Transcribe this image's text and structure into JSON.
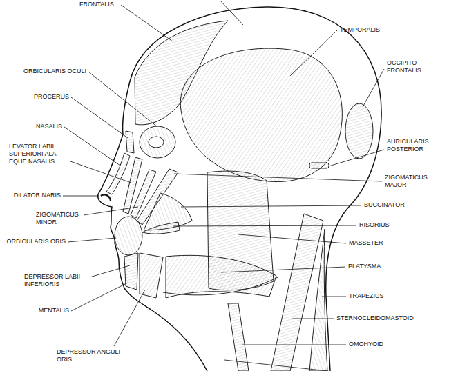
{
  "diagram": {
    "labels": [
      "FRONTALIS",
      "TEMPORALIS",
      "ORBICULARIS OCULI",
      "PROCERUS",
      "OCCIPITO- FRONTALIS",
      "NASALIS",
      "LEVATOR LABII SUPERIORI ALA EQUE NASALIS",
      "AURICULARIS POSTERIOR",
      "ZIGOMATICUS MAJOR",
      "DILATOR NARIS",
      "BUCCINATOR",
      "ZIGOMATICUS MINOR",
      "RISORIUS",
      "ORBICULARIS ORIS",
      "MASSETER",
      "DEPRESSOR LABII INFERIORIS",
      "PLATYSMA",
      "TRAPEZIUS",
      "MENTALIS",
      "STERNOCLEIDOMASTOID",
      "OMOHYOID",
      "DEPRESSOR ANGULI ORIS"
    ]
  }
}
